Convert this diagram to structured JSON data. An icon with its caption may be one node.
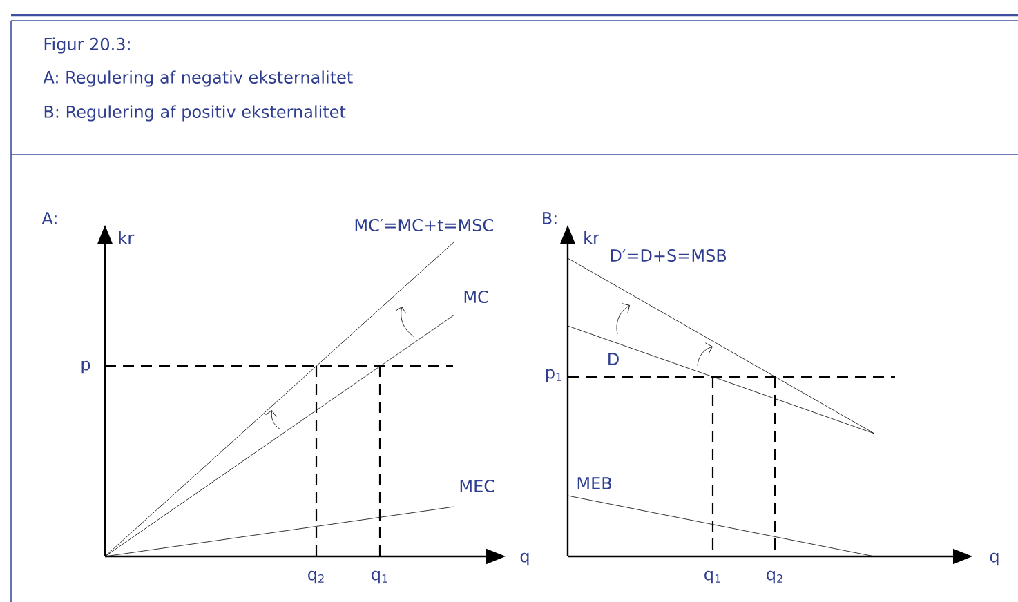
{
  "diagram": {
    "title": "Figur 20.3:",
    "labels": [
      "A: Regulering af negativ eksternalitet",
      "B: Regulering af positiv eksternalitet",
      "A:",
      "kr",
      "MC′=MC+t=MSC",
      "MC",
      "p",
      "MEC",
      "q$_{2}$",
      "q$_{1}$",
      "q",
      "B:",
      "kr",
      "D′=D+S=MSB",
      "D",
      "p$_{1}$",
      "MEB",
      "q$_{1}$",
      "q$_{2}$",
      "q"
    ]
  }
}
